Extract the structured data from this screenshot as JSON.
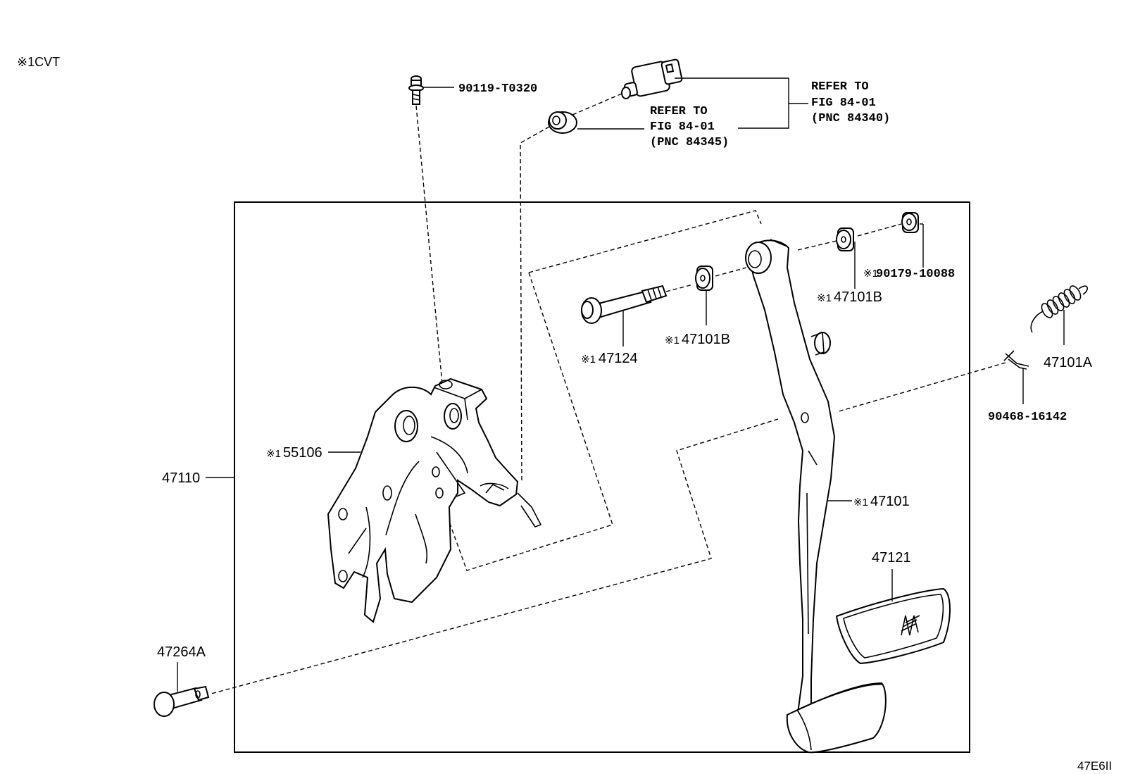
{
  "header": {
    "note": "※1CVT"
  },
  "footer": {
    "figure_code": "47E6II"
  },
  "labels": {
    "bolt_top": "90119-T0320",
    "refer_switch": {
      "line1": "REFER TO",
      "line2": "FIG 84-01",
      "line3": "(PNC 84340)"
    },
    "refer_cushion": {
      "line1": "REFER TO",
      "line2": "FIG 84-01",
      "line3": "(PNC 84345)"
    },
    "bushing_far": {
      "mark": "※1",
      "text": "90179-10088"
    },
    "bushing_right": {
      "mark": "※1",
      "text": "47101B"
    },
    "bushing_left": {
      "mark": "※1",
      "text": "47101B"
    },
    "bolt_pivot": {
      "mark": "※1",
      "text": "47124"
    },
    "spring": "47101A",
    "clip": "90468-16142",
    "bracket": {
      "mark": "※1",
      "text": "55106"
    },
    "assembly": "47110",
    "pedal_arm": {
      "mark": "※1",
      "text": "47101"
    },
    "pedal_pad": "47121",
    "clevis_pin": "47264A"
  }
}
